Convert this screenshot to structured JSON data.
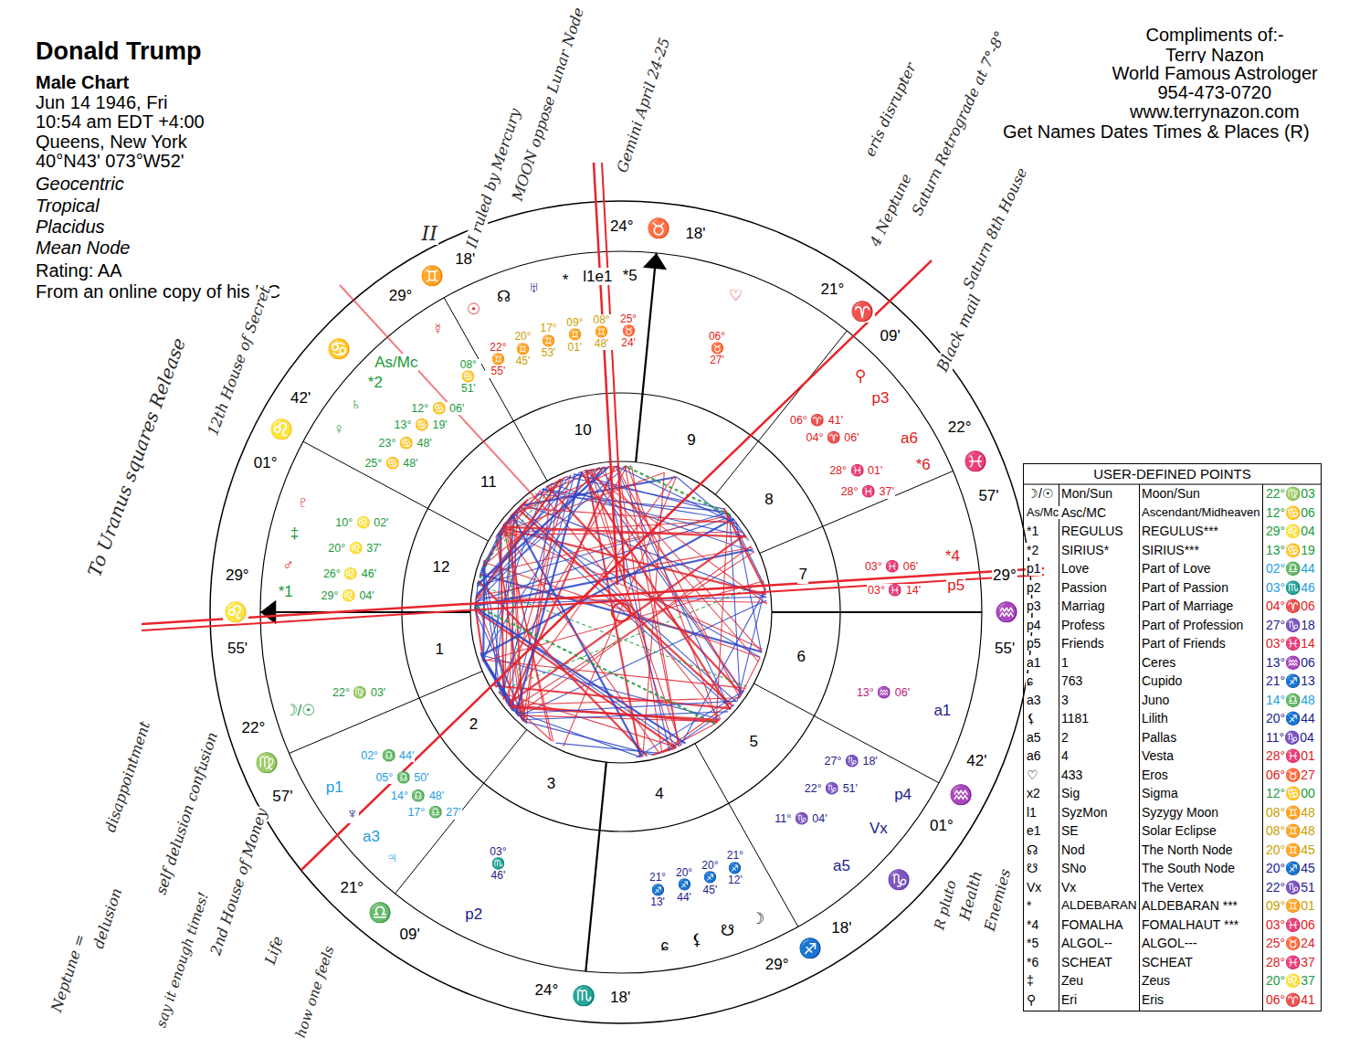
{
  "diagram": {
    "title": "Donald Trump",
    "nodes": [
      {
        "text": [
          "USER-DEFINED POINTS"
        ]
      }
    ],
    "labels": [
      "Male Chart",
      "Jun 14 1946, Fri",
      "10:54 am EDT +4:00",
      "Queens, New York",
      "40°N43' 073°W52'",
      "Geocentric",
      "Tropical",
      "Placidus",
      "Mean Node",
      "Rating: AA",
      "From an online copy of his BC",
      "Compliments of:-",
      "Terry Nazon",
      "World Famous Astrologer",
      "954-473-0720",
      "www.terrynazon.com",
      "Get Names Dates Times & Places (R)",
      "☽/☉",
      "Mon/Sun",
      "Moon/Sun",
      "22°♍03",
      "As/Mc",
      "Asc/MC",
      "Ascendant/Midheaven",
      "12°♋06",
      "*1",
      "REGULUS",
      "REGULUS***",
      "29°♌04",
      "*2",
      "SIRIUS*",
      "SIRIUS***",
      "13°♋19",
      "p1",
      "Love",
      "Part of Love",
      "02°♎44",
      "p2",
      "Passion",
      "Part of Passion",
      "03°♏46",
      "p3",
      "Marriag",
      "Part of Marriage",
      "04°♈06",
      "p4",
      "Profess",
      "Part of Profession",
      "27°♑18",
      "p5",
      "Friends",
      "Part of Friends",
      "03°♓14",
      "a1",
      "1",
      "Ceres",
      "13°♒06",
      "ɕ",
      "763",
      "Cupido",
      "21°♐13",
      "a3",
      "3",
      "Juno",
      "14°♎48",
      "⚸",
      "1181",
      "Lilith",
      "20°♐44",
      "a5",
      "2",
      "Pallas",
      "11°♑04",
      "a6",
      "4",
      "Vesta",
      "28°♓01",
      "♡",
      "433",
      "Eros",
      "06°♉27",
      "x2",
      "Sig",
      "Sigma",
      "12°♋00",
      "l1",
      "SyzMon",
      "Syzygy Moon",
      "08°♊48",
      "e1",
      "SE",
      "Solar Eclipse",
      "08°♊48",
      "☊",
      "Nod",
      "The North Node",
      "20°♊45",
      "☋",
      "SNo",
      "The South Node",
      "20°♐45",
      "Vx",
      "Vx",
      "The Vertex",
      "22°♑51",
      "*",
      "ALDEBARAN",
      "ALDEBARAN ***",
      "09°♊01",
      "*4",
      "FOMALHA",
      "FOMALHAUT ***",
      "03°♓06",
      "*5",
      "ALGOL--",
      "ALGOL---",
      "25°♉24",
      "*6",
      "SCHEAT",
      "SCHEAT",
      "28°♓37",
      "‡",
      "Zeu",
      "Zeus",
      "20°♌37",
      "⚲",
      "Eri",
      "Eris",
      "06°♈41",
      "29°",
      "♌",
      "55'",
      "22°",
      "♍",
      "57'",
      "21°",
      "♎",
      "09'",
      "24°",
      "♏",
      "18'",
      "29°",
      "♐",
      "18'",
      "01°",
      "♒",
      "42'",
      "29°",
      "♒",
      "55'",
      "22°",
      "♓",
      "57'",
      "21°",
      "♈",
      "09'",
      "24°",
      "♉",
      "18'",
      "29°",
      "♊",
      "18'",
      "01°",
      "♌",
      "42'",
      "♋",
      "♑",
      "1",
      "2",
      "3",
      "4",
      "5",
      "6",
      "7",
      "8",
      "9",
      "10",
      "11",
      "12",
      "☉",
      "22° ♊ 55'",
      "☊",
      "20° ♊ 45'",
      "♅",
      "17° ♊ 53'",
      "*",
      "09° ♊ 01'",
      "l1e1",
      "08° ♊ 48'",
      "*5",
      "25° ♉ 24'",
      "♡",
      "06° ♉ 27'",
      "⚲",
      "06° ♈ 41'",
      "p3",
      "04° ♈ 06'",
      "a6",
      "28° ♓ 01'",
      "*6",
      "28° ♓ 37'",
      "p5",
      "03° ♓ 14'",
      "*4",
      "03° ♓ 06'",
      "a1",
      "13° ♒ 06'",
      "p4",
      "27° ♑ 18'",
      "Vx",
      "22° ♑ 51'",
      "a5",
      "11° ♑ 04'",
      "☽",
      "21° ♐ 12'",
      "☋",
      "20° ♐ 45'",
      "⚸",
      "20° ♐ 44'",
      "ɕ",
      "21° ♐ 13'",
      "p2",
      "03° ♏ 46'",
      "♃",
      "17° ♎ 27'",
      "a3",
      "14° ♎ 48'",
      "♆",
      "05° ♎ 50'",
      "p1",
      "02° ♎ 44'",
      "☽/☉",
      "22° ♍ 03'",
      "*1",
      "29° ♌ 04'",
      "♂",
      "26° ♌ 46'",
      "‡",
      "20° ♌ 37'",
      "♇",
      "10° ♌ 02'",
      "♀",
      "25° ♋ 48'",
      "♄",
      "23° ♋ 48'",
      "*2",
      "13° ♋ 19'",
      "As/Mc",
      "12° ♋ 06'",
      "☿",
      "08° ♋ 51'",
      "II ruled by Mercury",
      "MOON oppose Lunar Node",
      "II",
      "Gemini April 24-25",
      "eris disrupter",
      "Saturn Retrograde at 7°-8°",
      "4 Neptune",
      "Saturn 8th House",
      "Black mail",
      "To Uranus squares Release",
      "12th House of Secret",
      "disappointment",
      "self delusion confusion",
      "Neptune =",
      "delusion",
      "say it enough times!",
      "2nd House of Money",
      "Life",
      "how one feels",
      "R pluto",
      "Health",
      "Enemies"
    ]
  }
}
